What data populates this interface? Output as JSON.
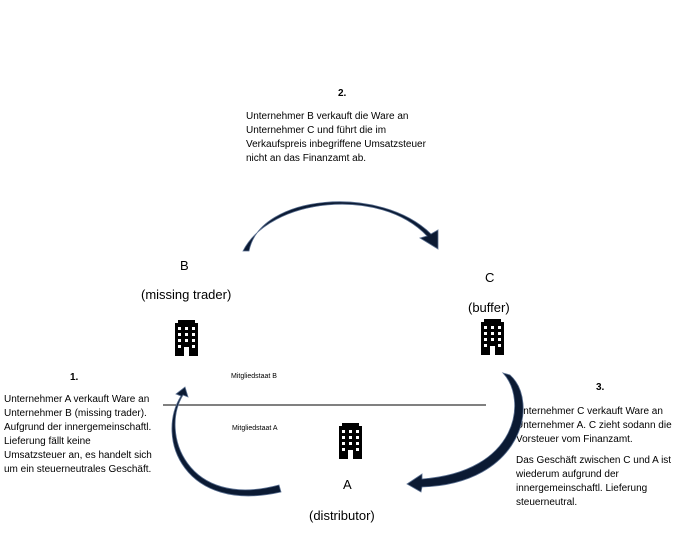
{
  "steps": [
    {
      "number": "2.",
      "lines": [
        "Unternehmer B verkauft die Ware an",
        "Unternehmer C und führt die im",
        "Verkaufspreis inbegriffene Umsatzsteuer",
        "nicht an das Finanzamt ab."
      ]
    },
    {
      "number": "1.",
      "lines": [
        "Unternehmer A verkauft Ware an",
        "Unternehmer B (missing trader).",
        "Aufgrund der innergemeinschaftl.",
        "Lieferung fällt keine",
        "Umsatzsteuer an, es handelt sich",
        "um ein steuerneutrales Geschäft."
      ]
    },
    {
      "number": "3.",
      "lines": [
        "Unternehmer C verkauft Ware an",
        "Unternehmer A. C zieht sodann die",
        "Vorsteuer vom Finanzamt.",
        "",
        "Das Geschäft zwischen C und A ist",
        "wiederum aufgrund der",
        "innergemeinschaftl. Lieferung",
        "steuerneutral."
      ]
    }
  ],
  "nodes": {
    "b": {
      "letter": "B",
      "role": "(missing trader)"
    },
    "c": {
      "letter": "C",
      "role": "(buffer)"
    },
    "a": {
      "letter": "A",
      "role": "(distributor)"
    }
  },
  "states": {
    "upper": "Mitgliedstaat B",
    "lower": "Mitgliedstaat A"
  },
  "icons": {
    "building": "office-building-icon",
    "arrow": "curved-arrow-icon"
  },
  "colors": {
    "arrow_fill": "#0b1a33",
    "arrow_edge": "#5a6f90",
    "building": "#000000"
  }
}
